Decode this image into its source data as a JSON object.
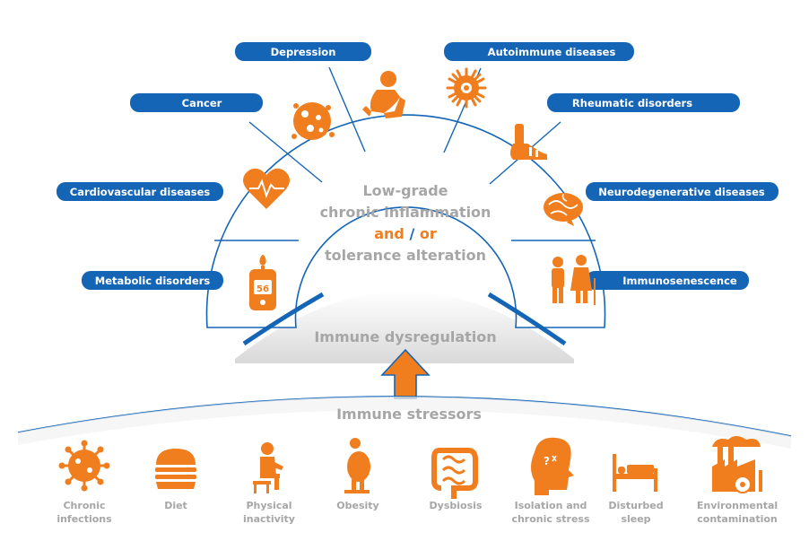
{
  "center": {
    "line1": "Low-grade",
    "line2": "chronic inflammation",
    "line3_and": "and",
    "line3_slash": " / ",
    "line3_or": "or",
    "line4": "tolerance alteration"
  },
  "dysregulation_label": "Immune dysregulation",
  "stressors_label": "Immune stressors",
  "diseases_left": [
    {
      "label": "Depression",
      "icon": "person-hugging-knees-icon"
    },
    {
      "label": "Cancer",
      "icon": "tumor-cell-icon"
    },
    {
      "label": "Cardiovascular diseases",
      "icon": "heart-pulse-icon"
    },
    {
      "label": "Metabolic disorders",
      "icon": "glucose-meter-icon"
    }
  ],
  "diseases_right": [
    {
      "label": "Autoimmune diseases",
      "icon": "spiky-cell-icon"
    },
    {
      "label": "Rheumatic disorders",
      "icon": "foot-bones-icon"
    },
    {
      "label": "Neurodegenerative diseases",
      "icon": "brain-icon"
    },
    {
      "label": "Immunosenescence",
      "icon": "elderly-couple-icon"
    }
  ],
  "glucose_reading": "56",
  "stressors": [
    {
      "line1": "Chronic",
      "line2": "infections",
      "icon": "virus-icon"
    },
    {
      "line1": "Diet",
      "line2": "",
      "icon": "burger-icon"
    },
    {
      "line1": "Physical",
      "line2": "inactivity",
      "icon": "sitting-person-icon"
    },
    {
      "line1": "Obesity",
      "line2": "",
      "icon": "obese-person-icon"
    },
    {
      "line1": "Dysbiosis",
      "line2": "",
      "icon": "intestine-icon"
    },
    {
      "line1": "Isolation and",
      "line2": "chronic stress",
      "icon": "stressed-head-icon"
    },
    {
      "line1": "Disturbed",
      "line2": "sleep",
      "icon": "bed-icon"
    },
    {
      "line1": "Environmental",
      "line2": "contamination",
      "icon": "factory-pollution-icon"
    }
  ],
  "colors": {
    "orange": "#f07d1e",
    "blue": "#1565b6",
    "grey": "#a6a6a6"
  }
}
